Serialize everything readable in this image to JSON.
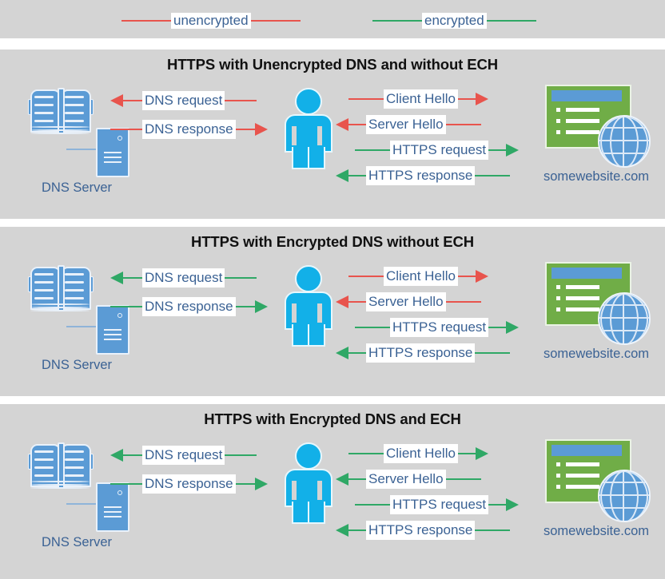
{
  "legend": {
    "items": [
      {
        "label": "unencrypted",
        "color": "#e8544d"
      },
      {
        "label": "encrypted",
        "color": "#2fa866"
      }
    ]
  },
  "colors": {
    "panel_background": "#d4d4d4",
    "page_background": "#ffffff",
    "unencrypted": "#e8544d",
    "encrypted": "#2fa866",
    "label_text": "#3b6294",
    "title_text": "#111111",
    "person": "#12b0e8",
    "server_blue": "#5b9bd5",
    "browser_green": "#70ad47"
  },
  "actors": {
    "dns_server_label": "DNS Server",
    "website_label": "somewebsite.com"
  },
  "panels": [
    {
      "title": "HTTPS with Unencrypted DNS and without ECH",
      "dns_messages": [
        {
          "label": "DNS request",
          "direction": "left",
          "encrypted": false
        },
        {
          "label": "DNS response",
          "direction": "right",
          "encrypted": false
        }
      ],
      "web_messages": [
        {
          "label": "Client Hello",
          "direction": "right",
          "encrypted": false
        },
        {
          "label": "Server Hello",
          "direction": "left",
          "encrypted": false
        },
        {
          "label": "HTTPS request",
          "direction": "right",
          "encrypted": true
        },
        {
          "label": "HTTPS response",
          "direction": "left",
          "encrypted": true
        }
      ]
    },
    {
      "title": "HTTPS with Encrypted DNS without ECH",
      "dns_messages": [
        {
          "label": "DNS request",
          "direction": "left",
          "encrypted": true
        },
        {
          "label": "DNS response",
          "direction": "right",
          "encrypted": true
        }
      ],
      "web_messages": [
        {
          "label": "Client Hello",
          "direction": "right",
          "encrypted": false
        },
        {
          "label": "Server Hello",
          "direction": "left",
          "encrypted": false
        },
        {
          "label": "HTTPS request",
          "direction": "right",
          "encrypted": true
        },
        {
          "label": "HTTPS response",
          "direction": "left",
          "encrypted": true
        }
      ]
    },
    {
      "title": "HTTPS with Encrypted DNS and ECH",
      "dns_messages": [
        {
          "label": "DNS request",
          "direction": "left",
          "encrypted": true
        },
        {
          "label": "DNS response",
          "direction": "right",
          "encrypted": true
        }
      ],
      "web_messages": [
        {
          "label": "Client Hello",
          "direction": "right",
          "encrypted": true
        },
        {
          "label": "Server Hello",
          "direction": "left",
          "encrypted": true
        },
        {
          "label": "HTTPS request",
          "direction": "right",
          "encrypted": true
        },
        {
          "label": "HTTPS response",
          "direction": "left",
          "encrypted": true
        }
      ]
    }
  ]
}
